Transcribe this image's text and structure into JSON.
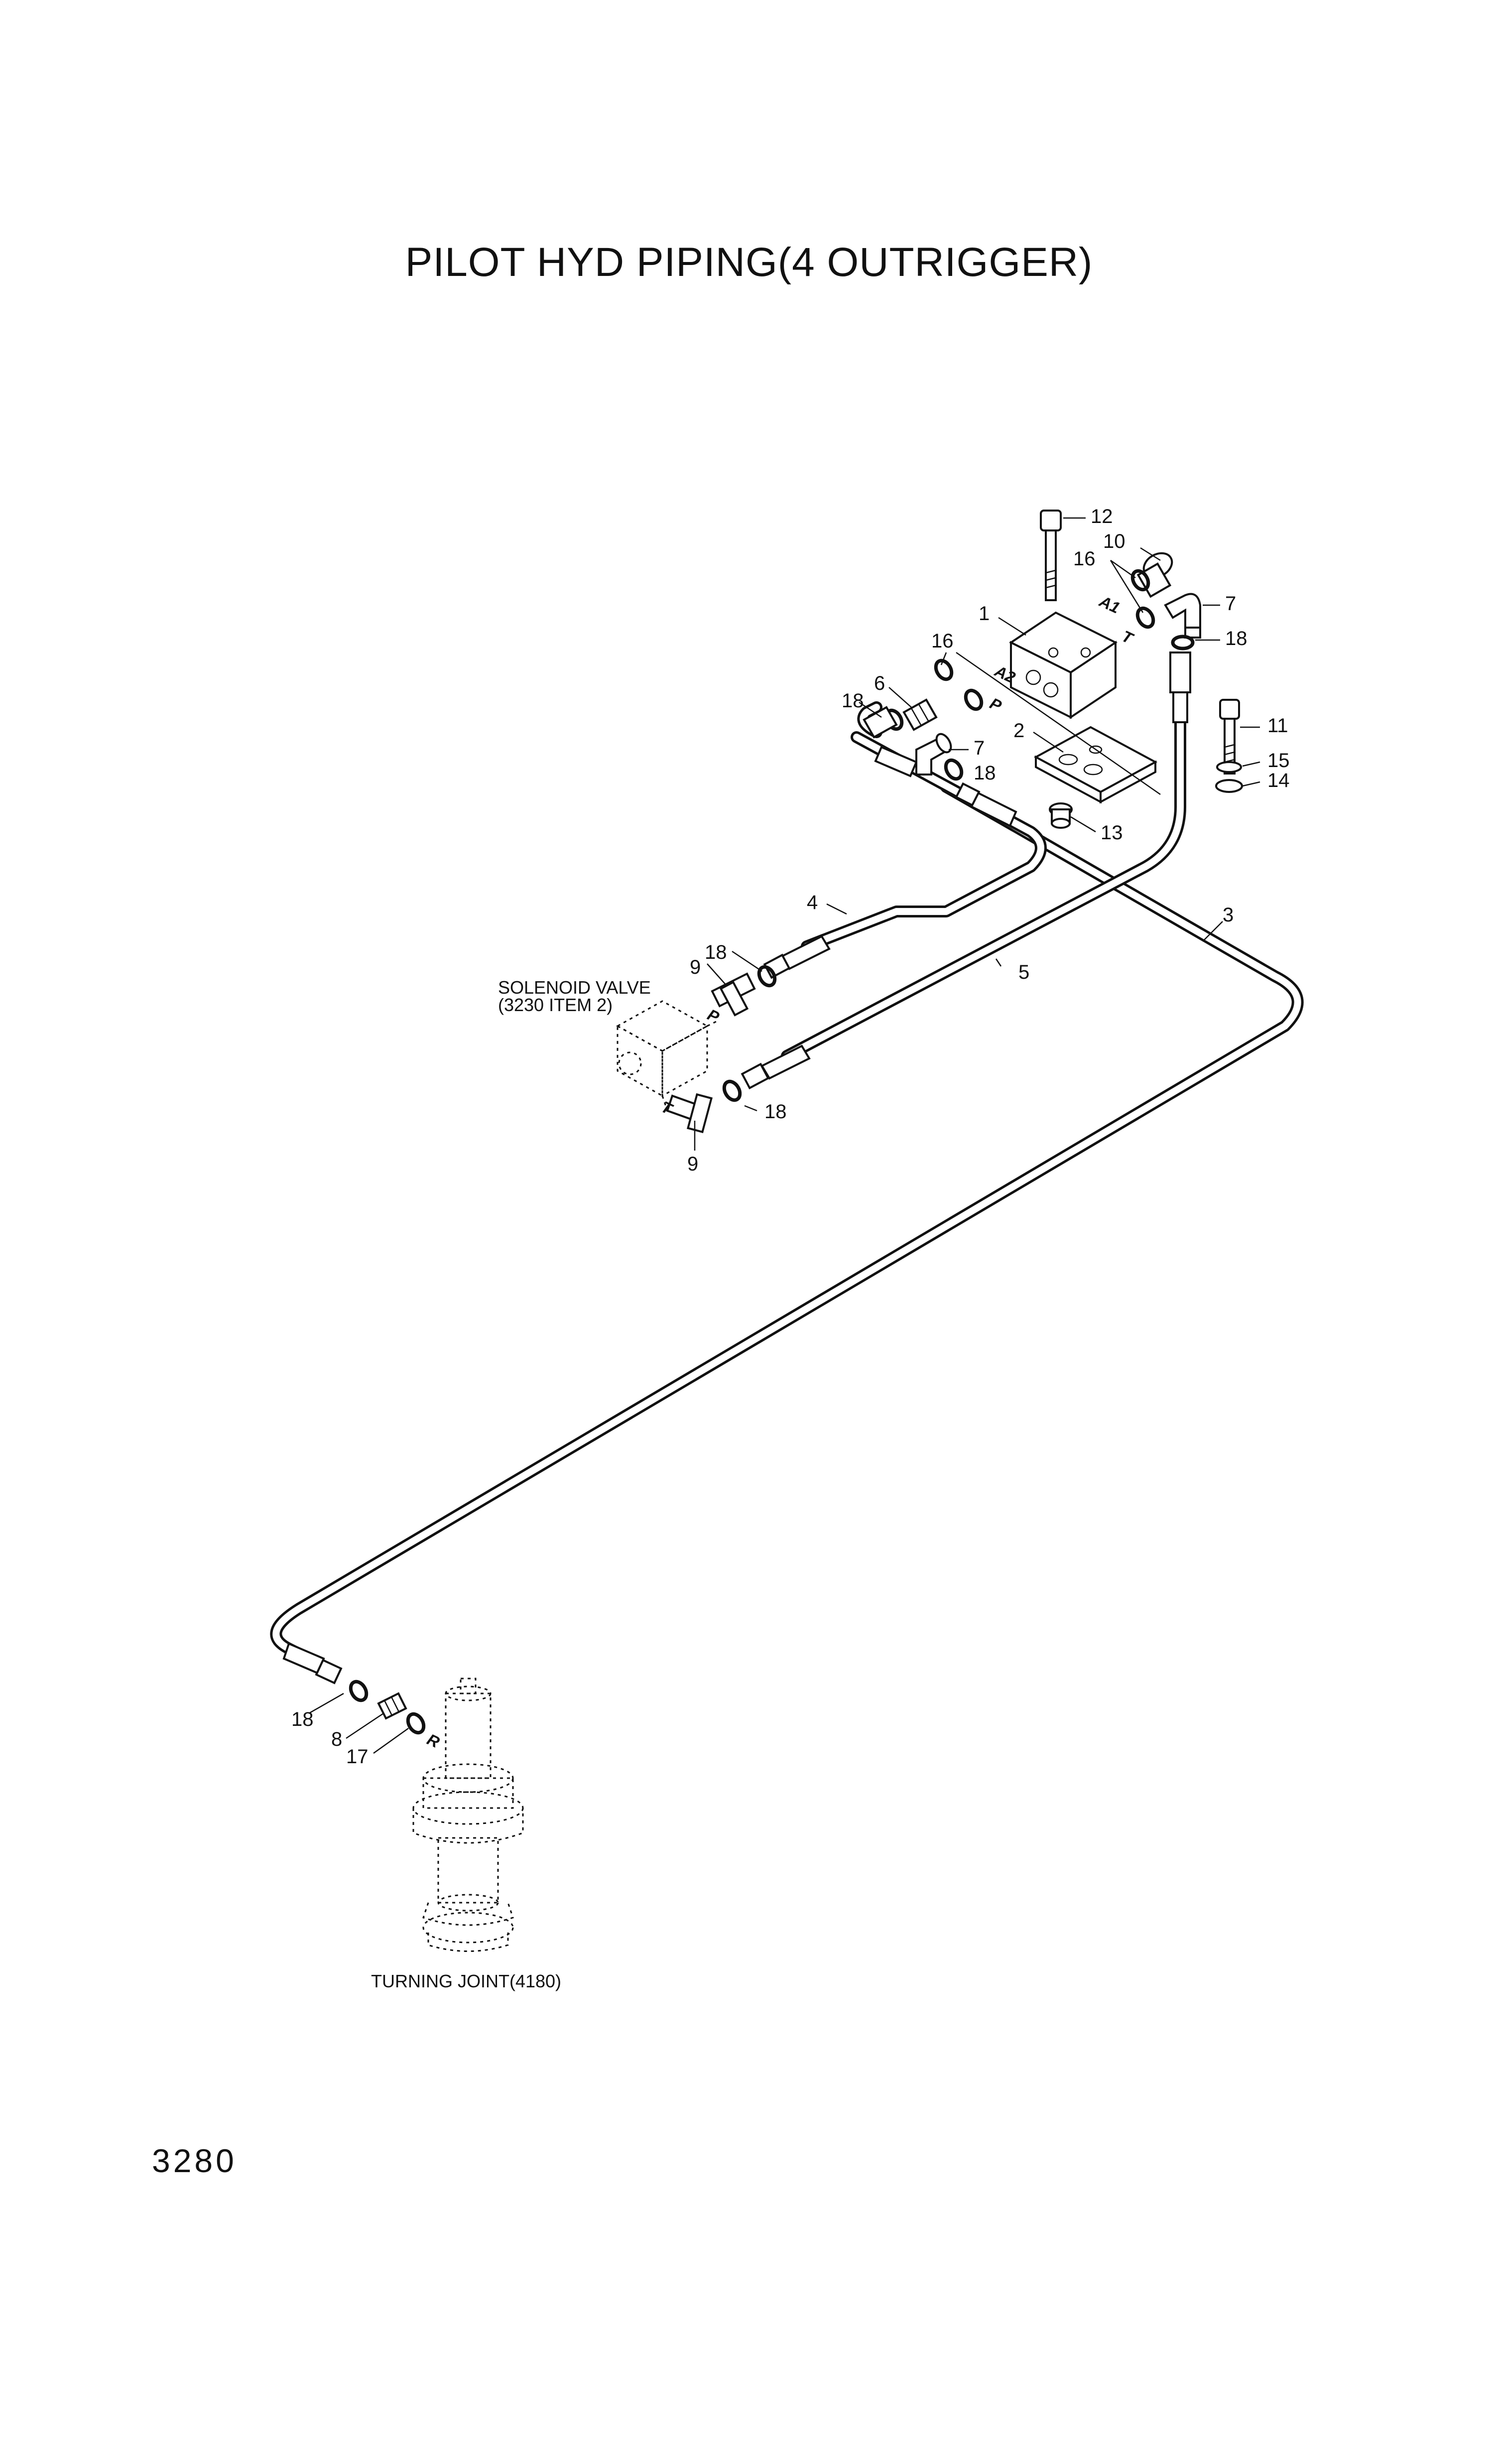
{
  "title": "PILOT HYD PIPING(4 OUTRIGGER)",
  "page_number": "3280",
  "callouts": {
    "c12": "12",
    "c10": "10",
    "c16a": "16",
    "c7a": "7",
    "c1": "1",
    "c18a": "18",
    "c16b": "16",
    "c6": "6",
    "c18b": "18",
    "c2": "2",
    "c7b": "7",
    "c18c": "18",
    "c11": "11",
    "c15": "15",
    "c14": "14",
    "c13": "13",
    "c4": "4",
    "c3": "3",
    "c18d": "18",
    "c9a": "9",
    "c5": "5",
    "c18e": "18",
    "c9b": "9",
    "c18f": "18",
    "c8": "8",
    "c17": "17"
  },
  "ports": {
    "a1": "A1",
    "t_block": "T",
    "a2": "A2",
    "p_block": "P",
    "p_sol": "P",
    "t_sol": "T",
    "r_tj": "R"
  },
  "notes": {
    "solenoid_line1": "SOLENOID VALVE",
    "solenoid_line2": "(3230 ITEM 2)",
    "turning_joint": "TURNING JOINT(4180)"
  }
}
